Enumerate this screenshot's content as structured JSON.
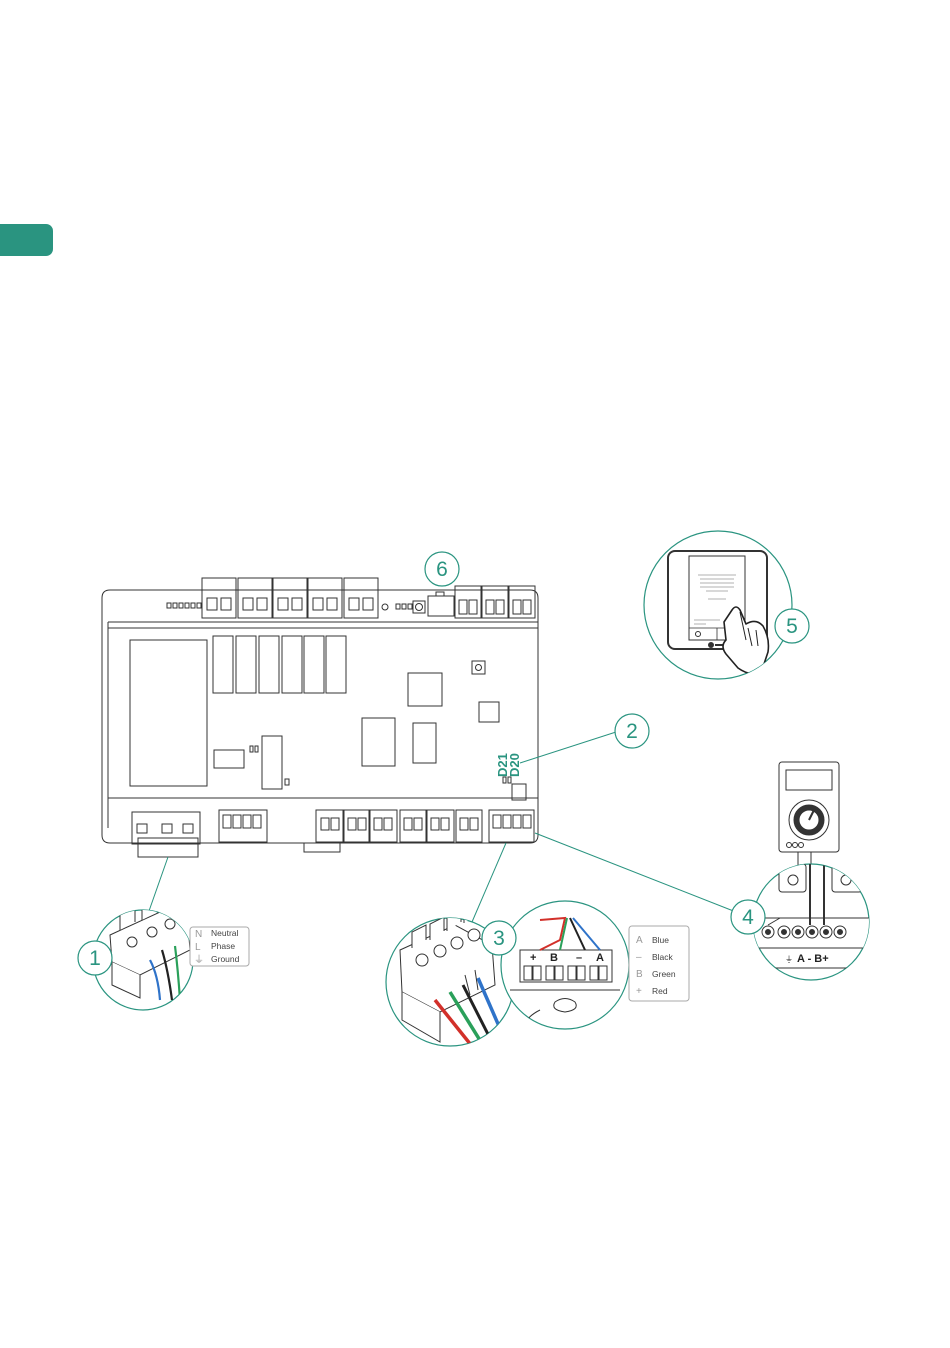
{
  "page": {
    "accent": "#2a9480"
  },
  "board": {
    "led_labels": [
      "D21",
      "D20"
    ]
  },
  "callouts": [
    "1",
    "2",
    "3",
    "4",
    "5",
    "6"
  ],
  "power_legend": [
    {
      "symbol": "N",
      "label": "Neutral"
    },
    {
      "symbol": "L",
      "label": "Phase"
    },
    {
      "symbol": "⏚",
      "label": "Ground"
    }
  ],
  "bus_legend": [
    {
      "symbol": "A",
      "label": "Blue"
    },
    {
      "symbol": "–",
      "label": "Black"
    },
    {
      "symbol": "B",
      "label": "Green"
    },
    {
      "symbol": "+",
      "label": "Red"
    }
  ],
  "connector_labels": [
    "+",
    "B",
    "–",
    "A"
  ],
  "meter_terminal_label": "A - B+",
  "wire_colors": {
    "blue": "#2f73c9",
    "black": "#222222",
    "green": "#2aa05a",
    "red": "#d2302a"
  }
}
